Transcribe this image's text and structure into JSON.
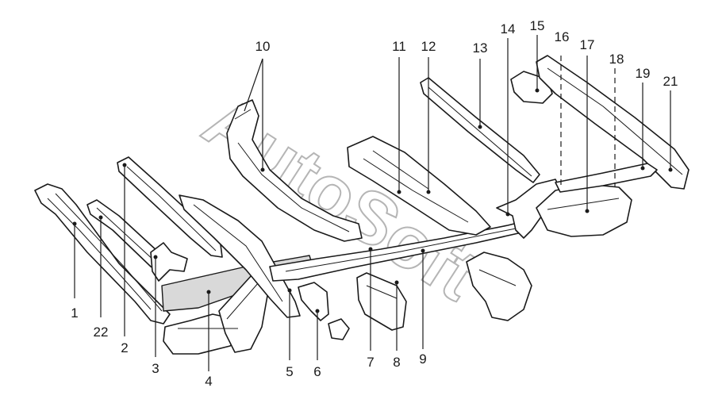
{
  "watermark": "AutoSoft",
  "callouts": [
    {
      "id": "1",
      "label": "1"
    },
    {
      "id": "2",
      "label": "2"
    },
    {
      "id": "3",
      "label": "3"
    },
    {
      "id": "4",
      "label": "4"
    },
    {
      "id": "5",
      "label": "5"
    },
    {
      "id": "6",
      "label": "6"
    },
    {
      "id": "7",
      "label": "7"
    },
    {
      "id": "8",
      "label": "8"
    },
    {
      "id": "9",
      "label": "9"
    },
    {
      "id": "10",
      "label": "10"
    },
    {
      "id": "11",
      "label": "11"
    },
    {
      "id": "12",
      "label": "12"
    },
    {
      "id": "13",
      "label": "13"
    },
    {
      "id": "14",
      "label": "14"
    },
    {
      "id": "15",
      "label": "15"
    },
    {
      "id": "16",
      "label": "16"
    },
    {
      "id": "17",
      "label": "17"
    },
    {
      "id": "18",
      "label": "18"
    },
    {
      "id": "19",
      "label": "19"
    },
    {
      "id": "21",
      "label": "21"
    },
    {
      "id": "22",
      "label": "22"
    }
  ]
}
